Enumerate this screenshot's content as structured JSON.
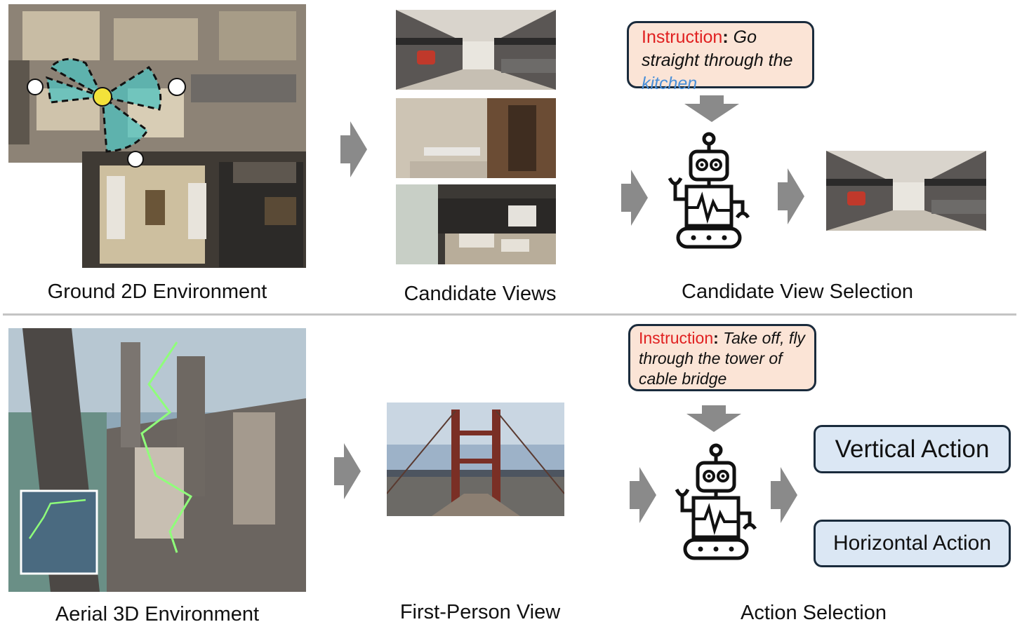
{
  "top": {
    "ground_caption": "Ground 2D Environment",
    "candidates_caption": "Candidate Views",
    "selection_caption": "Candidate View Selection",
    "instruction": {
      "label": "Instruction",
      "colon": ":",
      "text_before": " Go straight through the ",
      "highlight": "kitchen"
    }
  },
  "bottom": {
    "aerial_caption": "Aerial 3D Environment",
    "fpv_caption": "First-Person View",
    "action_caption": "Action Selection",
    "instruction": {
      "label": "Instruction",
      "colon": ":",
      "text": " Take off, fly through the tower of cable bridge"
    },
    "actions": {
      "vertical": "Vertical Action",
      "horizontal": "Horizontal Action"
    }
  },
  "colors": {
    "arrow": "#8a8a8a",
    "instruction_bg": "#fbe4d6",
    "instruction_label": "#e02020",
    "highlight": "#4a8fd8",
    "action_bg": "#dbe7f4",
    "box_border": "#1a2b3c"
  }
}
